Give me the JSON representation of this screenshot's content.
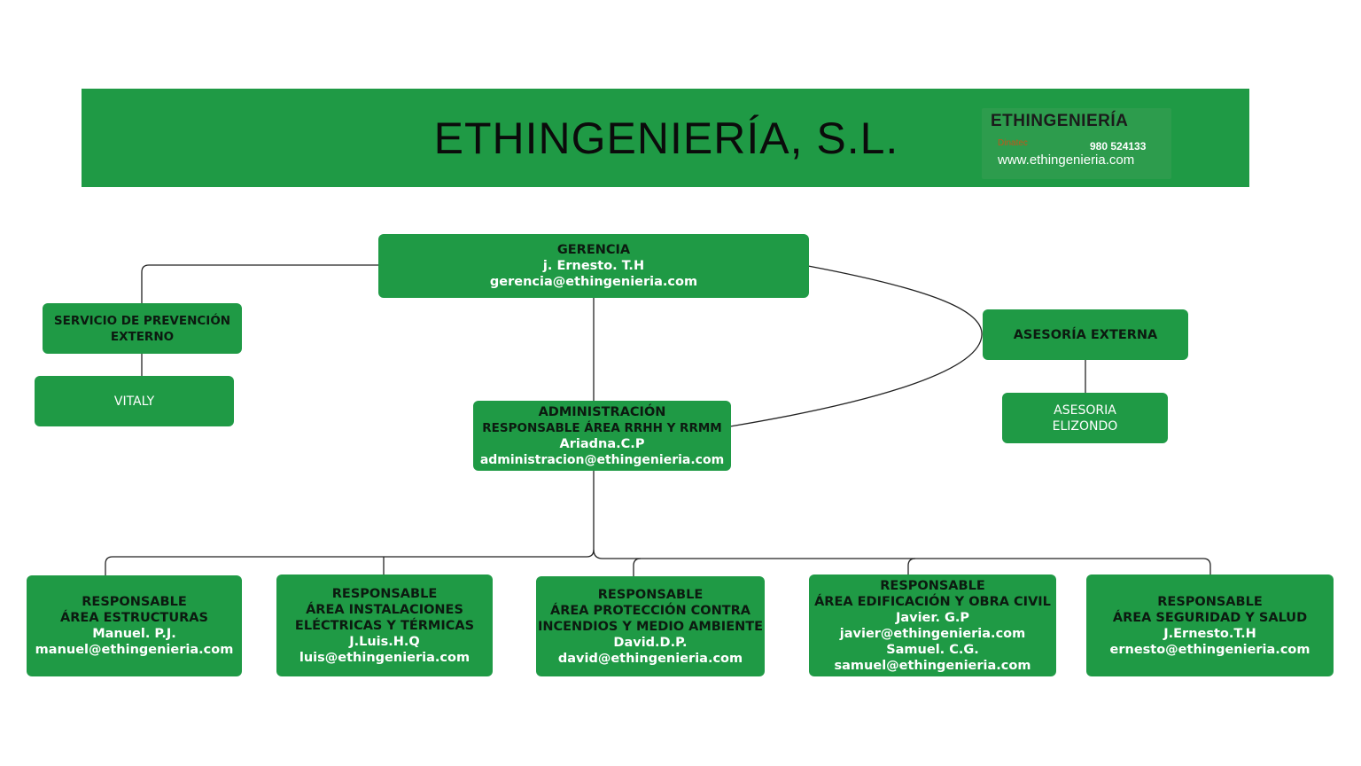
{
  "banner": {
    "title": "ETHINGENIERÍA, S.L.",
    "logo_name": "ETHINGENIERÍA",
    "logo_sub": "Dinatec",
    "logo_phone": "980 524133",
    "logo_web": "www.ethingenieria.com"
  },
  "colors": {
    "box_green": "#1f9a45",
    "banner_green": "#1f9a45",
    "line": "#222222"
  },
  "gerencia": {
    "title": "GERENCIA",
    "name": "j. Ernesto. T.H",
    "email": "gerencia@ethingenieria.com"
  },
  "prevencion": {
    "title_line1": "SERVICIO DE PREVENCIÓN",
    "title_line2": "EXTERNO",
    "provider": "VITALY"
  },
  "asesoria": {
    "title": "ASESORÍA EXTERNA",
    "provider_line1": "ASESORIA",
    "provider_line2": "ELIZONDO"
  },
  "administracion": {
    "title_line1": "ADMINISTRACIÓN",
    "title_line2": "RESPONSABLE ÁREA RRHH Y RRMM",
    "name": "Ariadna.C.P",
    "email": "administracion@ethingenieria.com"
  },
  "areas": [
    {
      "line1": "RESPONSABLE",
      "line2": "ÁREA ESTRUCTURAS",
      "name": "Manuel. P.J.",
      "email": "manuel@ethingenieria.com"
    },
    {
      "line1": "RESPONSABLE",
      "line2": "ÁREA INSTALACIONES",
      "line3": "ELÉCTRICAS Y TÉRMICAS",
      "name": "J.Luis.H.Q",
      "email": "luis@ethingenieria.com"
    },
    {
      "line1": "RESPONSABLE",
      "line2": "ÁREA PROTECCIÓN CONTRA",
      "line3": "INCENDIOS Y MEDIO AMBIENTE",
      "name": "David.D.P.",
      "email": "david@ethingenieria.com"
    },
    {
      "line1": "RESPONSABLE",
      "line2": "ÁREA EDIFICACIÓN Y OBRA CIVIL",
      "name": "Javier. G.P",
      "email": "javier@ethingenieria.com",
      "name2": "Samuel. C.G.",
      "email2": "samuel@ethingenieria.com"
    },
    {
      "line1": "RESPONSABLE",
      "line2": "ÁREA SEGURIDAD Y SALUD",
      "name": "J.Ernesto.T.H",
      "email": "ernesto@ethingenieria.com"
    }
  ]
}
